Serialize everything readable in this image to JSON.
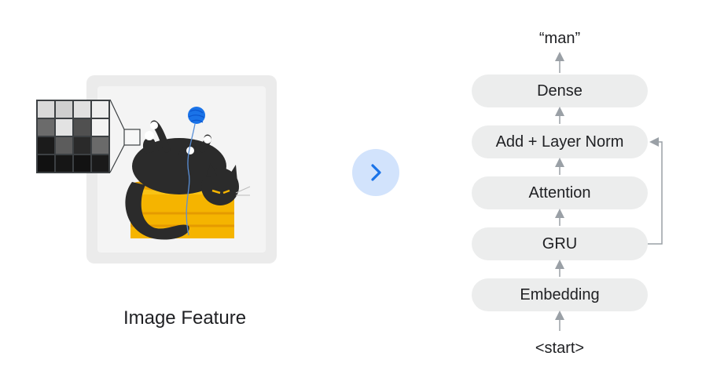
{
  "left": {
    "caption": "Image Feature",
    "pixel_grid_shades": [
      [
        "#d9d9d9",
        "#cfcfcf",
        "#e0e0e0",
        "#eeeeee"
      ],
      [
        "#6b6b6b",
        "#e3e3e3",
        "#505050",
        "#f3f3f3"
      ],
      [
        "#1b1b1b",
        "#5c5c5c",
        "#2a2a2a",
        "#6a6a6a"
      ],
      [
        "#111111",
        "#161616",
        "#121212",
        "#1a1a1a"
      ]
    ],
    "icons": [
      "cat-illustration",
      "yarn-ball-icon",
      "box-icon"
    ]
  },
  "arrow": {
    "icon": "chevron-right-icon",
    "color": "#1a73e8",
    "bg": "#d2e3fc"
  },
  "stack": {
    "output_token": "“man”",
    "input_token": "<start>",
    "layers": {
      "dense": "Dense",
      "add_norm": "Add + Layer Norm",
      "attention": "Attention",
      "gru": "GRU",
      "embedding": "Embedding"
    },
    "arrow_color": "#9aa0a6",
    "pill_color": "#eceded"
  }
}
